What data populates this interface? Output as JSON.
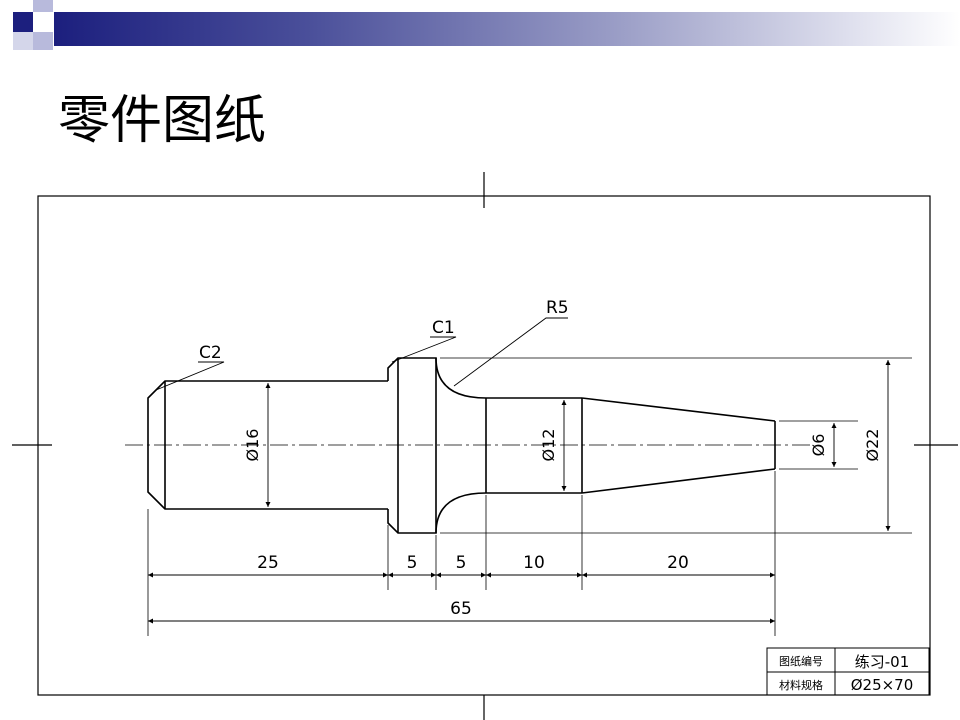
{
  "slide": {
    "title": "零件图纸"
  },
  "colors": {
    "header_dark": "#1c1f7e",
    "header_light": "#b8badc",
    "line": "#000000"
  },
  "drawing": {
    "annotations": {
      "chamfer_left": "C2",
      "chamfer_flange": "C1",
      "fillet": "R5"
    },
    "diameters": {
      "d16": "Ø16",
      "d12": "Ø12",
      "d6": "Ø6",
      "d22": "Ø22"
    },
    "lengths": {
      "l25": "25",
      "l5a": "5",
      "l5b": "5",
      "l10": "10",
      "l20": "20",
      "total": "65"
    }
  },
  "title_block": {
    "drawing_no_label": "图纸编号",
    "drawing_no_value": "练习-01",
    "material_label": "材料规格",
    "material_value": "Ø25×70"
  }
}
